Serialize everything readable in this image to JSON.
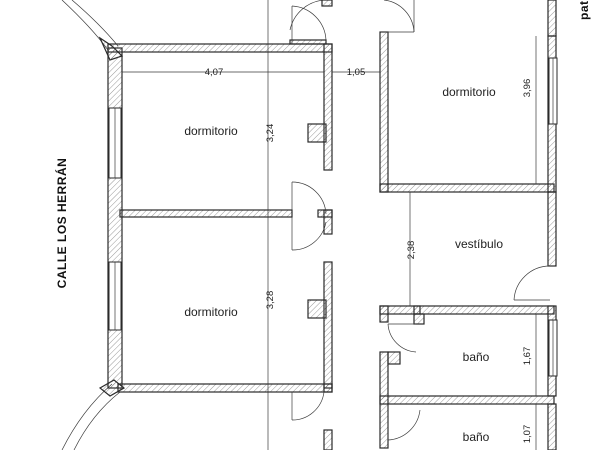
{
  "street": "CALLE LOS HERRÁN",
  "patio_label": "patio",
  "rooms": [
    {
      "label": "dormitorio"
    },
    {
      "label": "dormitorio"
    },
    {
      "label": "dormitorio"
    },
    {
      "label": "vestíbulo"
    },
    {
      "label": "baño"
    },
    {
      "label": "baño"
    }
  ],
  "dimensions": [
    {
      "value": "4,07"
    },
    {
      "value": "1,05"
    },
    {
      "value": "3,24"
    },
    {
      "value": "3,28"
    },
    {
      "value": "3,96"
    },
    {
      "value": "2,38"
    },
    {
      "value": "1,67"
    },
    {
      "value": "1,07"
    }
  ]
}
